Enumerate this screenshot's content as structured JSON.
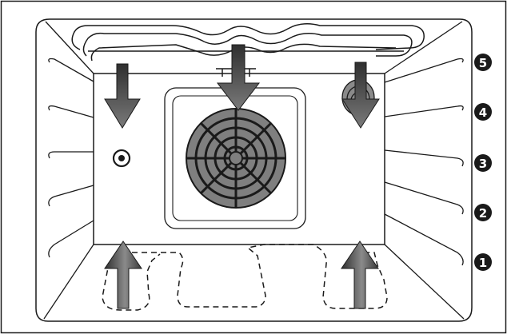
{
  "diagram": {
    "levels": [
      {
        "label": "5",
        "color": "#1a1a1a"
      },
      {
        "label": "4",
        "color": "#1a1a1a"
      },
      {
        "label": "3",
        "color": "#1a1a1a"
      },
      {
        "label": "2",
        "color": "#1a1a1a"
      },
      {
        "label": "1",
        "color": "#1a1a1a"
      }
    ],
    "colors": {
      "outline": "#1a1a1a",
      "cavity_fill": "#ffffff",
      "fan_fill": "#7f7f7f",
      "arrow_fill": "#7a7a7a",
      "arrow_shade": "#2f2f2f",
      "badge_text": "#ffffff"
    },
    "icons": [
      "heating-element-icon",
      "fan-icon",
      "airflow-arrow-icon",
      "sensor-icon",
      "heat-coil-icon"
    ]
  }
}
